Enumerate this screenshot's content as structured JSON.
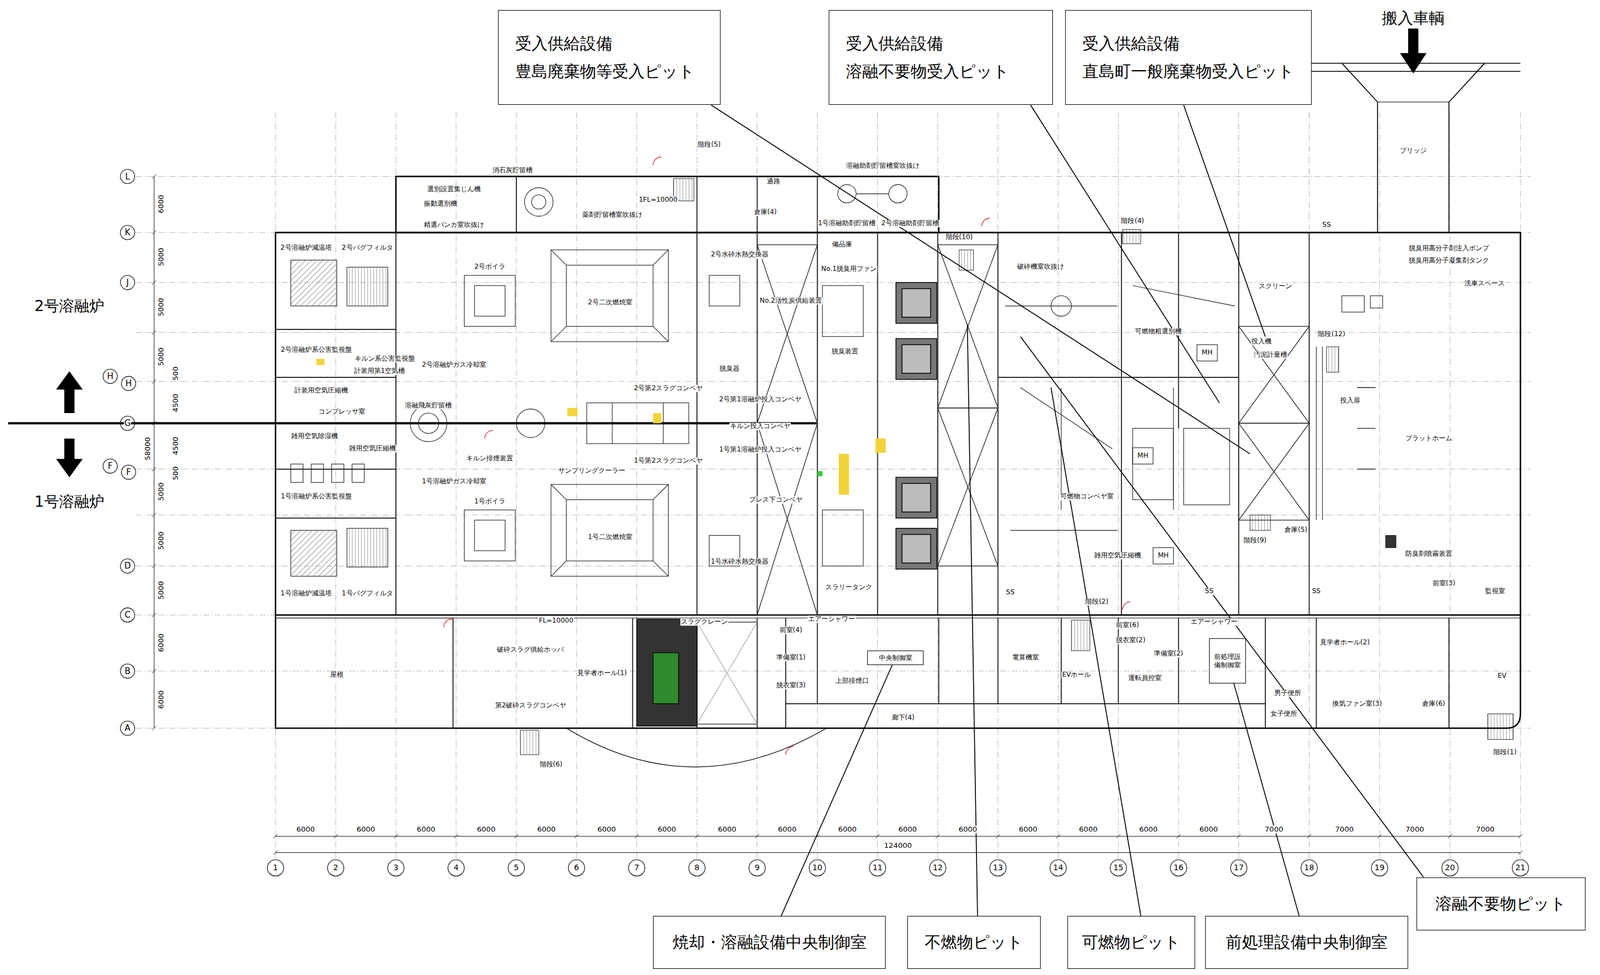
{
  "diagram": {
    "nodes": [
      {
        "text": [
          "受入供給設備",
          "豊島廃棄物等受入ピット"
        ]
      },
      {
        "text": [
          "受入供給設備",
          "溶融不要物受入ピット"
        ]
      },
      {
        "text": [
          "受入供給設備",
          "直島町一般廃棄物受入ピット"
        ]
      },
      {
        "text": [
          "中央制御室"
        ]
      },
      {
        "text": [
          "前処理設備制御室"
        ]
      },
      {
        "text": [
          "焼却・溶融設備中央制御室"
        ]
      },
      {
        "text": [
          "不燃物ピット"
        ]
      },
      {
        "text": [
          "可燃物ピット"
        ]
      },
      {
        "text": [
          "前処理設備中央制御室"
        ]
      },
      {
        "text": [
          "溶融不要物ピット"
        ]
      }
    ],
    "edges": [
      {
        "from": 5,
        "to": 3,
        "arrow": "none"
      },
      {
        "from": 8,
        "to": 4,
        "arrow": "none"
      }
    ],
    "labels": [
      "搬入車輌",
      "ブリッジ",
      "2号溶融炉",
      "1号溶融炉",
      "L",
      "K",
      "J",
      "H",
      "H",
      "G",
      "F",
      "F",
      "D",
      "C",
      "B",
      "A",
      "1",
      "2",
      "3",
      "4",
      "5",
      "6",
      "7",
      "8",
      "9",
      "10",
      "11",
      "12",
      "13",
      "14",
      "15",
      "16",
      "17",
      "18",
      "19",
      "20",
      "21",
      "6000",
      "6000",
      "6000",
      "6000",
      "6000",
      "6000",
      "6000",
      "6000",
      "6000",
      "6000",
      "6000",
      "6000",
      "6000",
      "6000",
      "6000",
      "6000",
      "7000",
      "7000",
      "7000",
      "7000",
      "124000",
      "6000",
      "5000",
      "5000",
      "5000",
      "500",
      "4500",
      "58000",
      "4500",
      "500",
      "5000",
      "5000",
      "5000",
      "6000",
      "6000",
      "選別設置集じん機",
      "振動選別機",
      "消石灰貯留槽",
      "精選バンカ室吹抜け",
      "薬剤貯留槽室吹抜け",
      "1FL=10000",
      "階段(5)",
      "通路",
      "倉庫(4)",
      "溶融助剤貯留槽室吹抜け",
      "1号溶融助剤貯留槽",
      "2号溶融助剤貯留槽",
      "2号溶融炉減温塔",
      "2号バグフィルタ",
      "2号溶融炉系公害監視盤",
      "キルン系公害監視盤",
      "計装用第1空気槽",
      "計装用空気圧縮機",
      "コンプレッサ室",
      "雑用空気除湿機",
      "雑用空気圧縮機",
      "1号溶融炉系公害監視盤",
      "1号溶融炉減温塔",
      "1号バグフィルタ",
      "2号ボイラ",
      "1号ボイラ",
      "2号二次燃焼室",
      "1号二次燃焼室",
      "2号溶融炉ガス冷却室",
      "溶融飛灰貯留槽",
      "1号溶融炉ガス冷却室",
      "キルン排煙装置",
      "2号第2スラグコンベヤ",
      "サンプリングクーラー",
      "1号第2スラグコンベヤ",
      "2号水砕水熱交換器",
      "No.2活性炭供給装置",
      "脱臭器",
      "2号第1溶融炉投入コンベヤ",
      "キルン投入コンベヤ",
      "1号第1溶融炉投入コンベヤ",
      "プレス下コンベヤ",
      "1号水砕水熱交換器",
      "備品庫",
      "No.1脱臭用ファン",
      "脱臭装置",
      "スラリータンク",
      "階段(10)",
      "破砕機室吹抜け",
      "可燃物粗選別機",
      "可燃物コンベヤ室",
      "雑用空気圧縮機",
      "MH",
      "MH",
      "MH",
      "スクリーン",
      "投入機",
      "汚泥計量槽",
      "階段(12)",
      "投入扉",
      "プラットホーム",
      "洗車スペース",
      "脱臭用高分子剤注入ポンプ",
      "脱臭用高分子凝集剤タンク",
      "防臭剤噴霧装置",
      "階段(9)",
      "倉庫(5)",
      "階段(4)",
      "階段(2)",
      "SS",
      "SS",
      "SS",
      "SS",
      "屋根",
      "破砕スラグ供給ホッパ",
      "第2破砕スラグコンベヤ",
      "FL=10000",
      "見学者ホール(1)",
      "スラグクレーン",
      "階段(6)",
      "前室(4)",
      "エアーシャワー",
      "準備室(1)",
      "脱衣室(3)",
      "上部排煙口",
      "廊下(4)",
      "電算機室",
      "EVホール",
      "前室(6)",
      "脱衣室(2)",
      "準備室(2)",
      "運転員控室",
      "エアーシャワー",
      "見学者ホール(2)",
      "男子便所",
      "女子便所",
      "換気ファン室(3)",
      "倉庫(6)",
      "EV",
      "前室(3)",
      "監視室",
      "階段(1)"
    ]
  }
}
